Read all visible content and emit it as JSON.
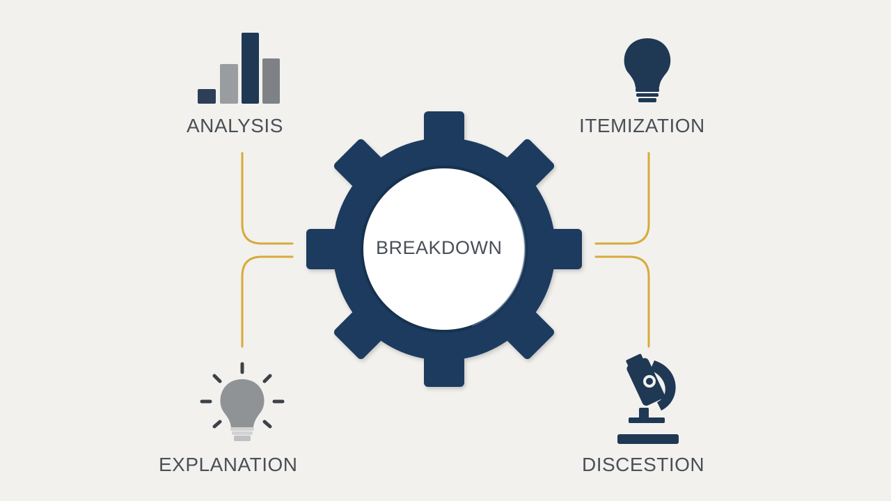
{
  "center": {
    "label": "BREAKDOWN",
    "icon": "gear-icon"
  },
  "nodes": [
    {
      "id": "analysis",
      "label": "ANALYSIS",
      "icon": "bar-chart-icon"
    },
    {
      "id": "itemization",
      "label": "ITEMIZATION",
      "icon": "lightbulb-icon"
    },
    {
      "id": "explanation",
      "label": "EXPLANATION",
      "icon": "glowing-lightbulb-icon"
    },
    {
      "id": "discestion",
      "label": "DISCESTION",
      "icon": "microscope-icon"
    }
  ],
  "colors": {
    "background": "#f2f1ee",
    "gear": "#1c3a5e",
    "connector": "#d7aa3b",
    "text": "#4a4f57",
    "icon_gray": "#8f9396",
    "icon_dark": "#2c4663"
  }
}
